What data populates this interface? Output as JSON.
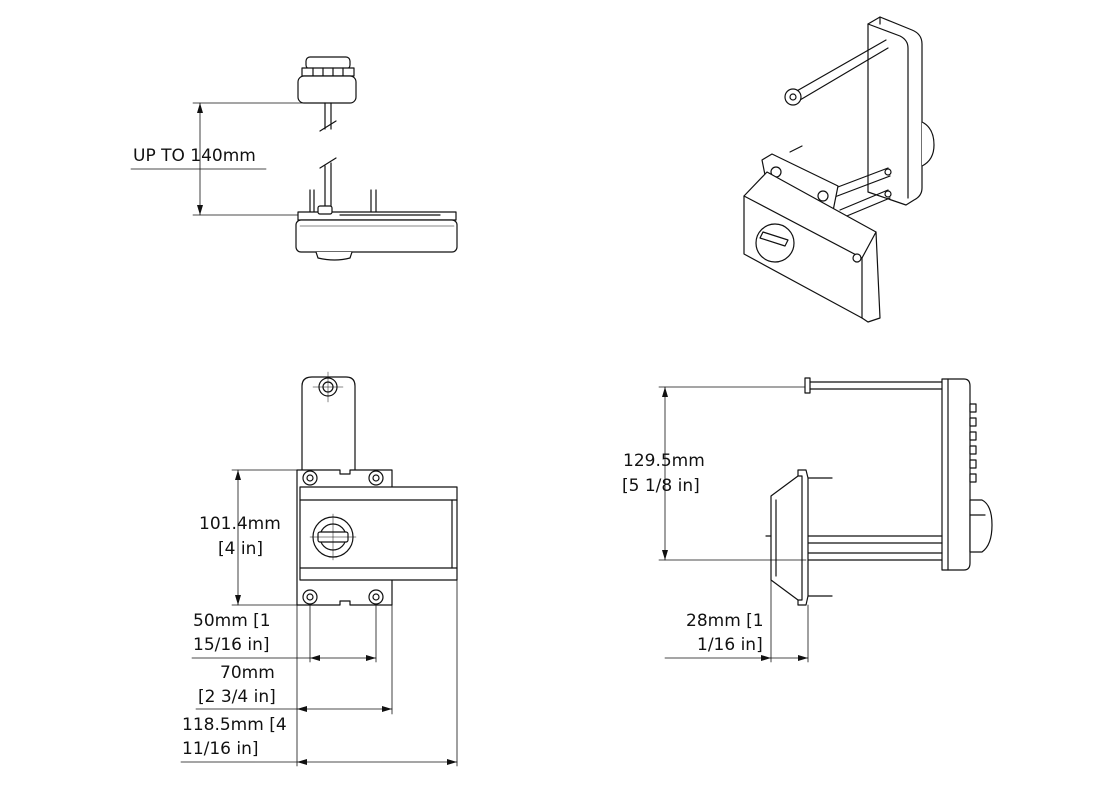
{
  "dimensions": {
    "adjustable": "UP TO 140mm",
    "height_mm": "101.4mm",
    "height_in": "[4 in]",
    "hole_spacing_mm": "50mm [1",
    "hole_spacing_in": "15/16 in]",
    "plate_width_mm": "70mm",
    "plate_width_in": "[2 3/4 in]",
    "overall_width_mm": "118.5mm [4",
    "overall_width_in": "11/16 in]",
    "spindle_length_mm": "129.5mm",
    "spindle_length_in": "[5 1/8 in]",
    "depth_mm": "28mm [1",
    "depth_in": "1/16 in]"
  }
}
